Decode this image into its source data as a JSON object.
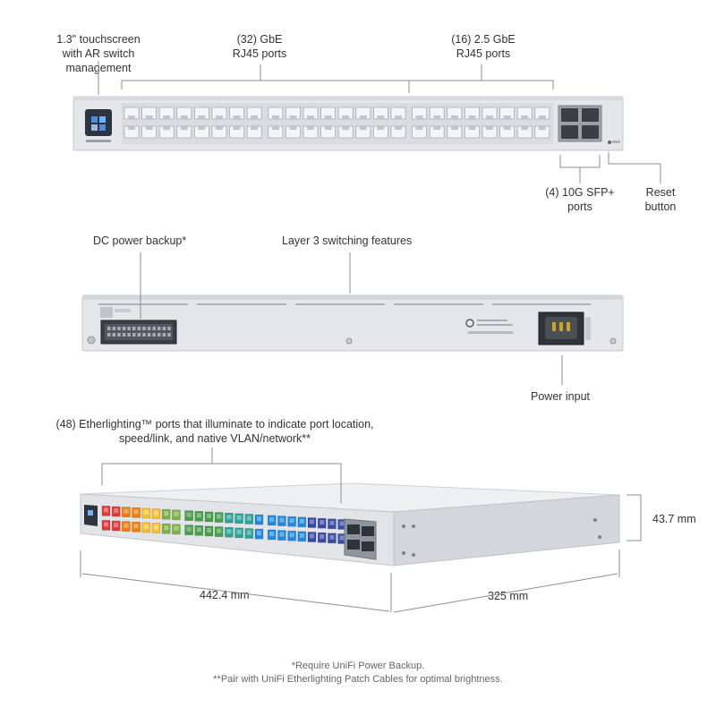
{
  "front_view": {
    "touchscreen_label": "1.3\" touchscreen\nwith AR switch management",
    "gbe_label": "(32) GbE\nRJ45 ports",
    "ge25_label": "(16) 2.5 GbE\nRJ45 ports",
    "sfp_label": "(4) 10G SFP+\nports",
    "reset_label": "Reset\nbutton"
  },
  "rear_view": {
    "dc_label": "DC power backup*",
    "l3_label": "Layer 3 switching features",
    "power_label": "Power input"
  },
  "perspective_view": {
    "etherlighting_label": "(48) Etherlighting™ ports that illuminate to indicate port location,\nspeed/link, and native VLAN/network**",
    "height_dim": "43.7 mm",
    "width_dim": "442.4 mm",
    "depth_dim": "325 mm"
  },
  "footnotes": {
    "note1": "*Require UniFi Power Backup.",
    "note2": "**Pair with UniFi Etherlighting Patch Cables for optimal brightness."
  },
  "colors": {
    "chassis": "#e4e6e9",
    "chassis_edge": "#c9cdd2",
    "callout_line": "#8a8f96",
    "port_colors": [
      "#e53935",
      "#f57c00",
      "#fbc02d",
      "#7cb342",
      "#43a047",
      "#26a69a",
      "#1e88e5",
      "#3949ab"
    ]
  }
}
